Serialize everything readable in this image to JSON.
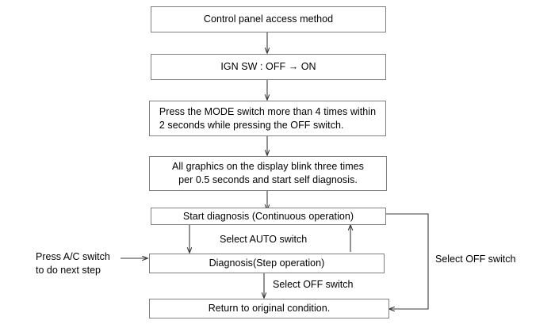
{
  "diagram": {
    "title": "Control panel access method self-diagnosis flowchart",
    "type": "flowchart",
    "nodes": [
      {
        "id": "n1",
        "text": "Control panel access method"
      },
      {
        "id": "n2",
        "text": "IGN SW : OFF → ON"
      },
      {
        "id": "n3",
        "text": "Press the MODE switch more than 4 times within\n2 seconds while pressing the OFF switch."
      },
      {
        "id": "n4",
        "text": "All graphics on the display blink three times\nper 0.5 seconds and start self diagnosis."
      },
      {
        "id": "n5",
        "text": "Start diagnosis (Continuous operation)"
      },
      {
        "id": "n6",
        "text": "Diagnosis(Step operation)"
      },
      {
        "id": "n7",
        "text": "Return to original condition."
      }
    ],
    "edge_labels": [
      {
        "id": "e1",
        "text": "Select AUTO switch"
      },
      {
        "id": "e2",
        "text": "Select OFF switch"
      },
      {
        "id": "e3",
        "text": "Select OFF switch"
      }
    ],
    "annotations": [
      {
        "id": "a1",
        "text": "Press A/C switch\nto do next step"
      }
    ],
    "colors": {
      "background": "#ffffff",
      "box_border": "#7f7f7f",
      "line": "#3a3a3a",
      "text": "#000000"
    }
  }
}
